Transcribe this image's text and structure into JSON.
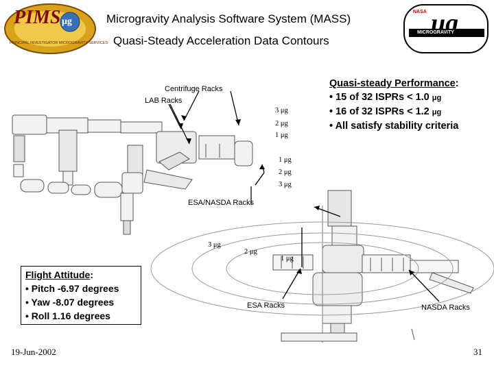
{
  "header": {
    "title_line1": "Microgravity Analysis Software System (MASS)",
    "title_line2": "Quasi-Steady Acceleration Data Contours",
    "left_logo_text": "PIMS",
    "left_logo_sub": "μg",
    "left_logo_ring": "PRINCIPAL INVESTIGATOR MICROGRAVITY SERVICES",
    "right_logo_text": "μg",
    "right_logo_top": "NASA",
    "right_logo_band": "MICROGRAVITY"
  },
  "performance": {
    "heading": "Quasi-steady Performance",
    "heading_suffix": ":",
    "items": [
      {
        "text": "• 15 of 32 ISPRs < 1.0 ",
        "unit": "μg"
      },
      {
        "text": "• 16 of 32 ISPRs < 1.2 ",
        "unit": "μg"
      },
      {
        "text": "• All satisfy stability criteria",
        "unit": ""
      }
    ]
  },
  "attitude": {
    "heading": "Flight Attitude",
    "heading_suffix": ":",
    "items": [
      "• Pitch -6.97 degrees",
      "• Yaw -8.07 degrees",
      "• Roll 1.16 degrees"
    ]
  },
  "labels": {
    "centrifuge": "Centrifuge Racks",
    "lab": "LAB Racks",
    "esa_nasda": "ESA/NASDA Racks",
    "esa": "ESA Racks",
    "nasda": "NASDA Racks"
  },
  "contours_top": {
    "upper": [
      "3 μg",
      "2 μg",
      "1 μg"
    ],
    "lower": [
      "1 μg",
      "2 μg",
      "3 μg"
    ]
  },
  "contours_bottom": [
    "3 μg",
    "2 μg",
    "1 μg"
  ],
  "footer": {
    "date": "19-Jun-2002",
    "page": "31"
  }
}
